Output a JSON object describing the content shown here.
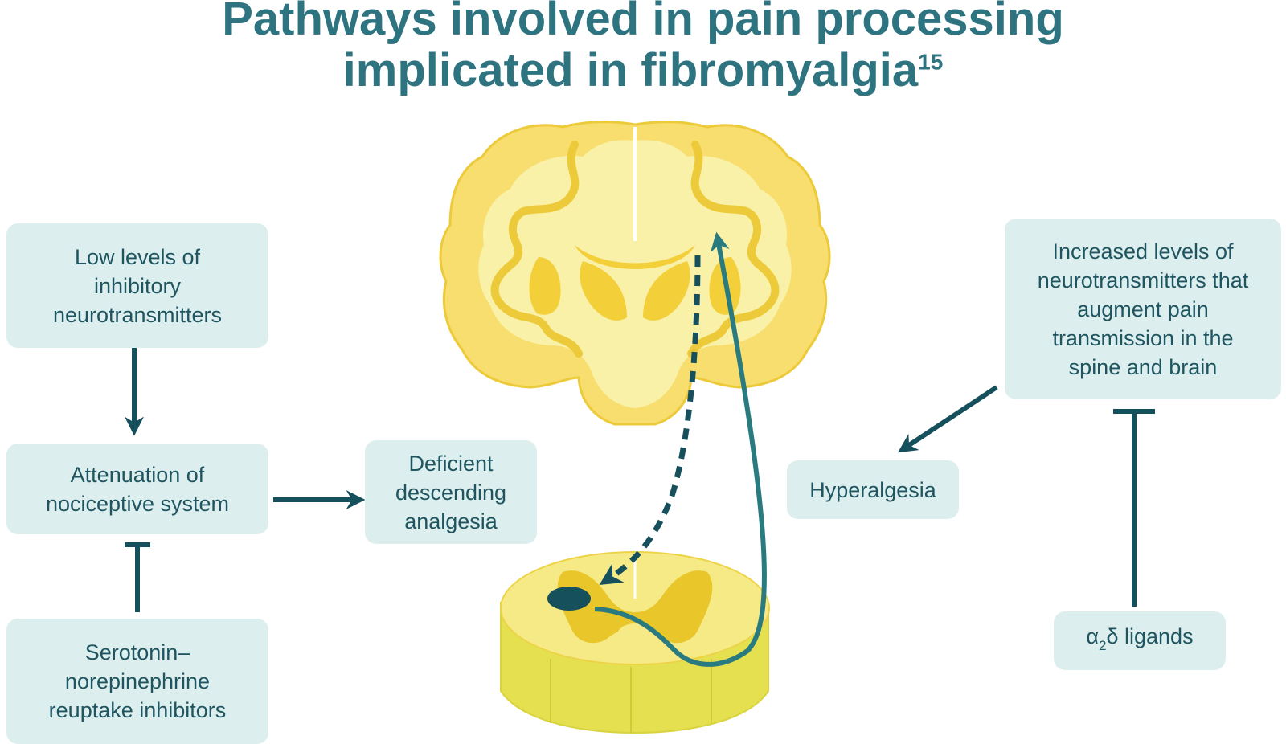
{
  "title": {
    "line1": "Pathways involved in pain processing",
    "line2": "implicated in fibromyalgia",
    "superscript": "15"
  },
  "boxes": {
    "low_levels": "Low levels of\ninhibitory\nneurotransmitters",
    "attenuation": "Attenuation of\nnociceptive system",
    "snri": "Serotonin–\nnorepinephrine\nreuptake inhibitors",
    "deficient": "Deficient\ndescending\nanalgesia",
    "increased": "Increased levels of\nneurotransmitters that\naugment pain\ntransmission in the\nspine and brain",
    "hyperalgesia": "Hyperalgesia",
    "alpha2delta": {
      "alpha": "α",
      "subscript": "2",
      "rest": "δ ligands"
    }
  },
  "colors": {
    "title": "#2e7480",
    "box_bg": "#dceeee",
    "arrow_dark": "#17505d",
    "arrow_teal": "#2a7b80",
    "brain_yellow": "#f7e07a",
    "brain_light": "#faf1a8",
    "cord_dark": "#e8c52a"
  }
}
